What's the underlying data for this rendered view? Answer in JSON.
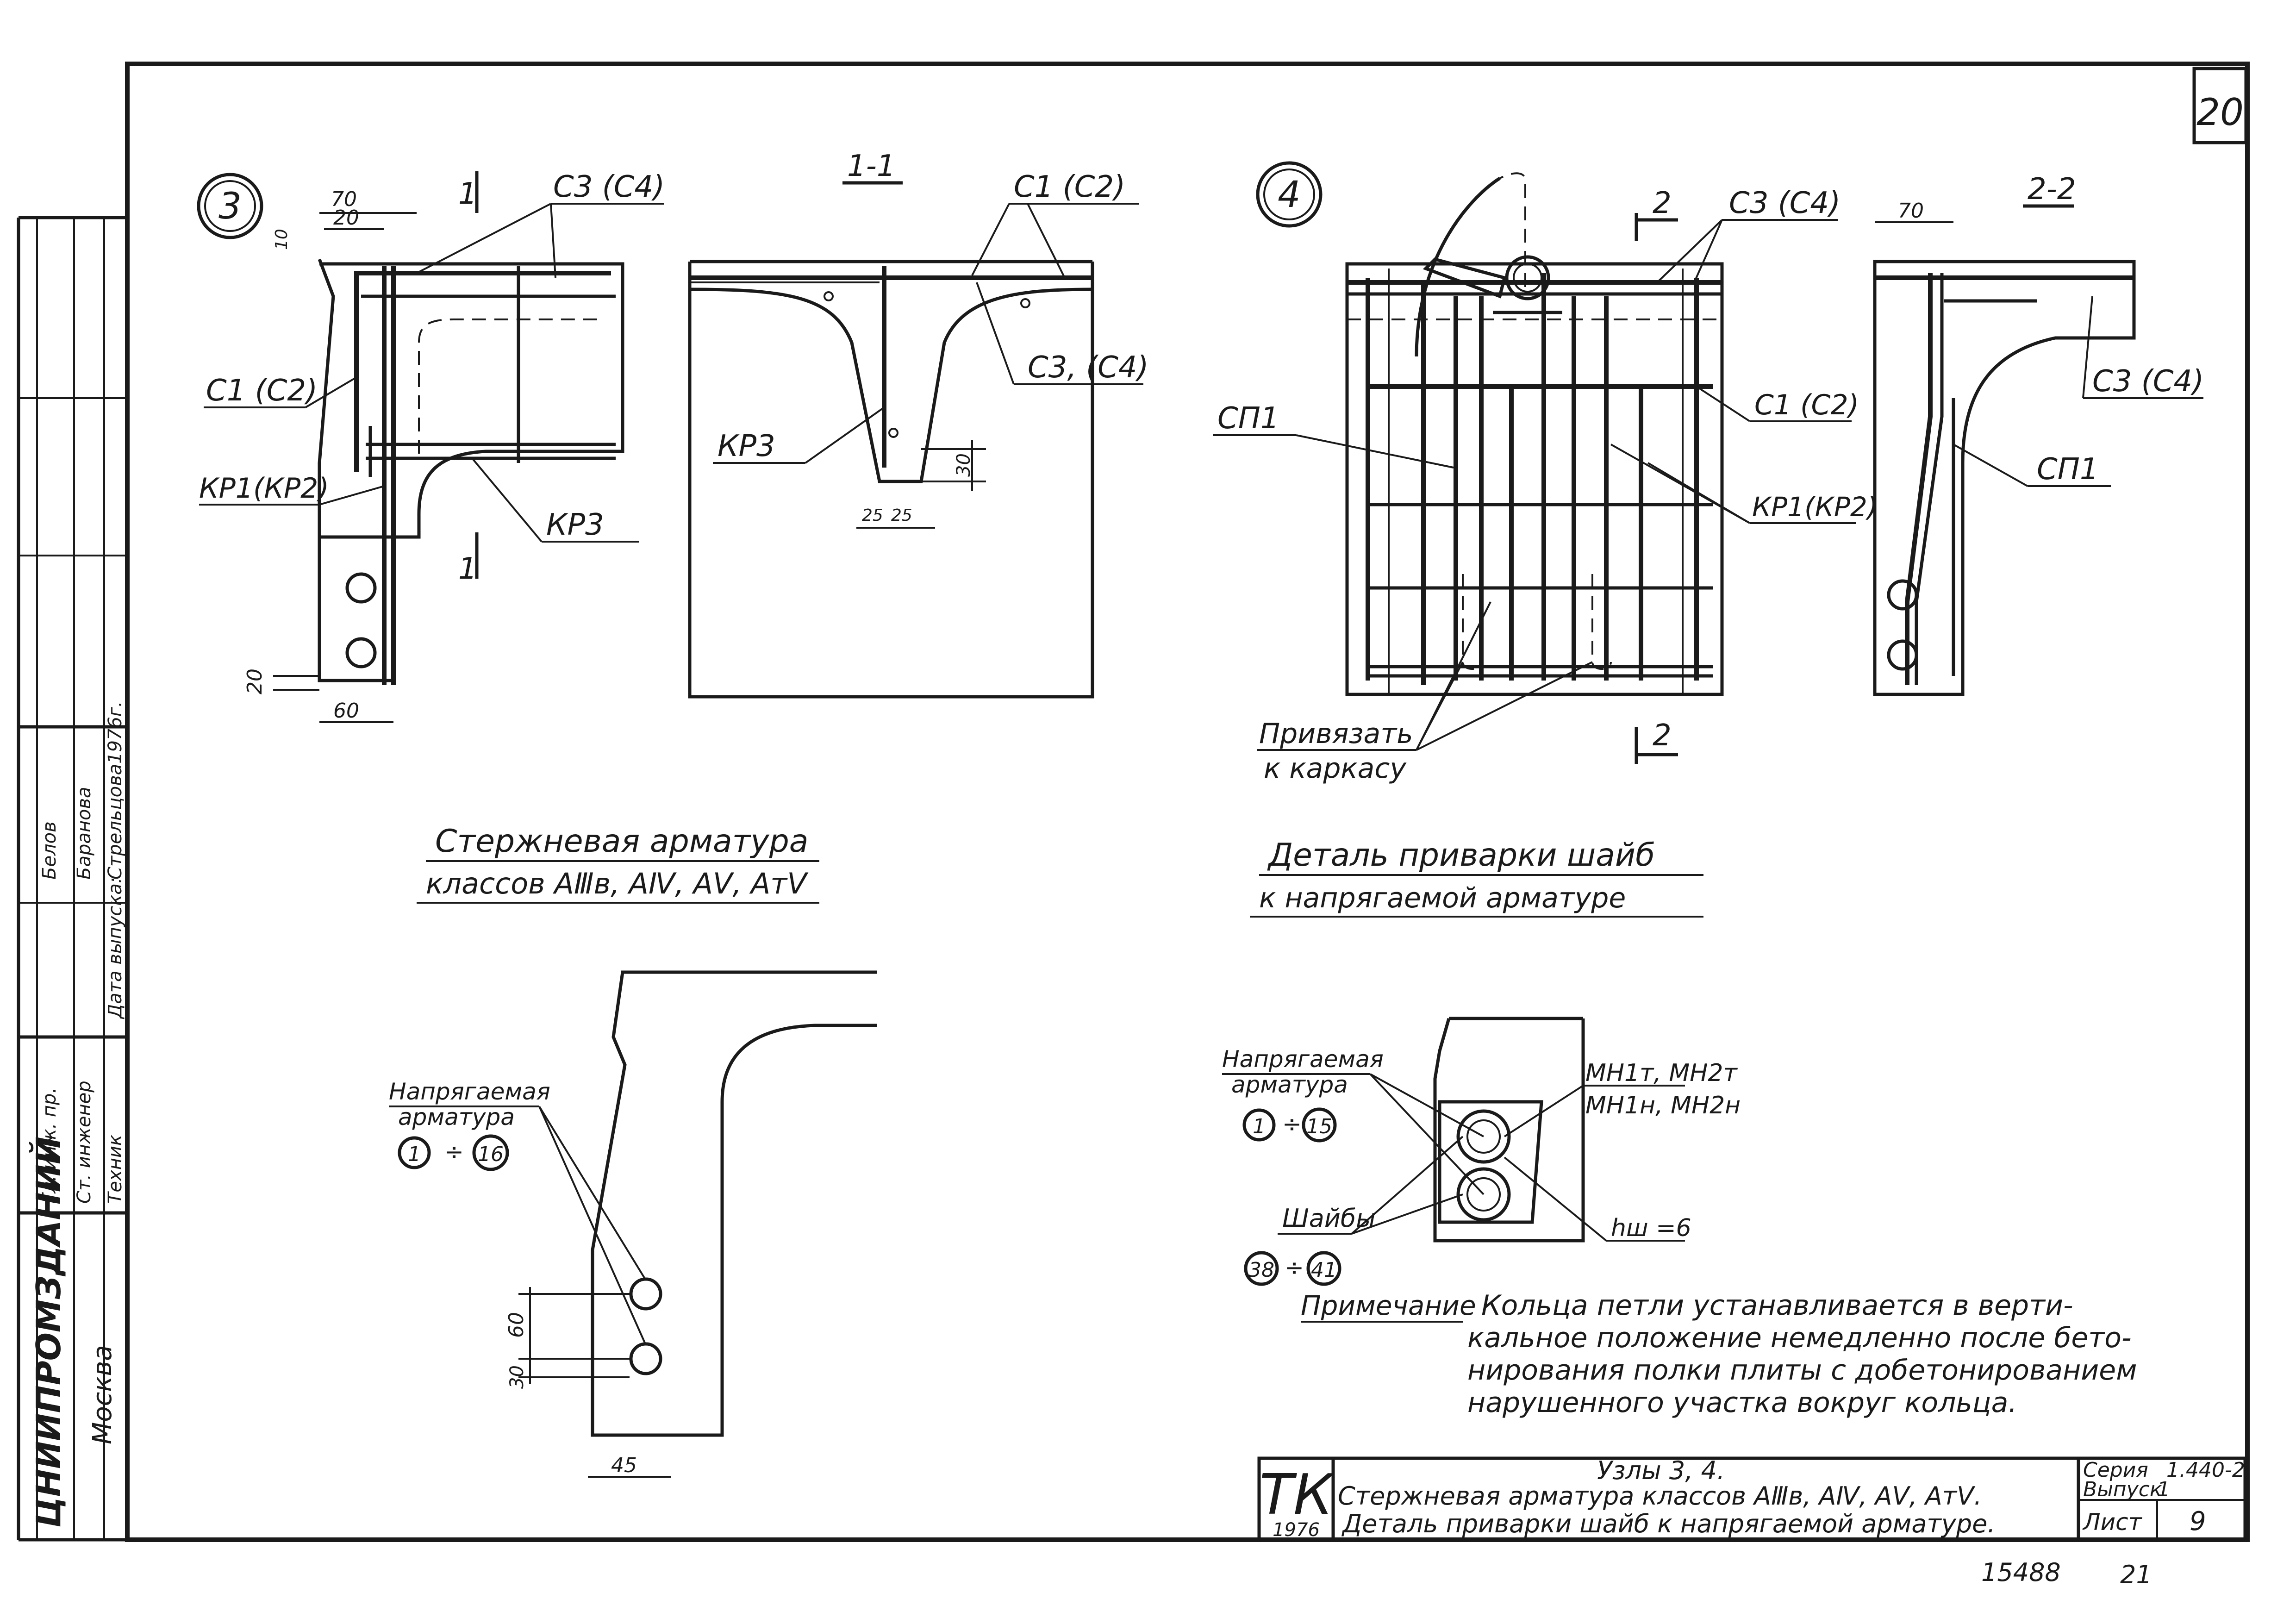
{
  "sheet": {
    "sheet_number": "20",
    "bottom_code": "15488",
    "bottom_page": "21"
  },
  "stamp_side": {
    "org": "ЦНИИПРОМЗДАНИЙ",
    "city": "Москва",
    "roles": [
      "Гл. инж. пр.",
      "Ст. инженер",
      "Техник",
      "Дата выпуска:"
    ],
    "names": [
      "Белов",
      "Баранова",
      "Стрельцова",
      "1976г."
    ]
  },
  "node3": {
    "marker": "3",
    "dim_70": "70",
    "dim_20": "20",
    "dim_10": "10",
    "dim_20b": "20",
    "dim_60": "60",
    "section_mark": "1",
    "label_c3c4": "С3 (С4)",
    "label_c1c2": "С1 (С2)",
    "label_kr1kr2": "КР1(КР2)",
    "label_kr3": "КР3"
  },
  "section11": {
    "title": "1-1",
    "label_c1c2": "С1 (С2)",
    "label_c3c4": "С3, (С4)",
    "label_kr3": "КР3",
    "dim_30": "30",
    "dim_25a": "25",
    "dim_25b": "25"
  },
  "node4": {
    "marker": "4",
    "section_mark": "2",
    "label_c3c4": "С3 (С4)",
    "label_sp1": "СП1",
    "label_c1c2": "С1 (С2)",
    "label_kr1kr2": "КР1(КР2)",
    "tie_label_1": "Привязать",
    "tie_label_2": "к каркасу"
  },
  "section22": {
    "title": "2-2",
    "dim_70": "70",
    "label_c3c4": "С3 (С4)",
    "label_sp1": "СП1"
  },
  "captions": {
    "rod_title": "Стержневая арматура",
    "rod_subtitle": "классов АⅢв, АⅣ, АⅤ, АтⅤ",
    "washer_title": "Деталь приварки шайб",
    "washer_subtitle": "к напрягаемой арматуре"
  },
  "prestress_left": {
    "label_1": "Напрягаемая",
    "label_2": "арматура",
    "range_from": "1",
    "range_to": "16",
    "dim_60": "60",
    "dim_30": "30",
    "dim_45": "45"
  },
  "washer_detail": {
    "label_1": "Напрягаемая",
    "label_2": "арматура",
    "range_from": "1",
    "range_to": "15",
    "label_mn1": "МН1т, МН2т",
    "label_mn2": "МН1н, МН2н",
    "washers_label": "Шайбы",
    "washers_from": "38",
    "washers_to": "41",
    "hw_label": "hш =6"
  },
  "note": {
    "heading": "Примечание",
    "line1": "Кольца петли устанавливается в верти-",
    "line2": "кальное положение немедленно после бето-",
    "line3": "нирования полки плиты с добетонированием",
    "line4": "нарушенного участка вокруг кольца."
  },
  "title_block": {
    "tk": "ТК",
    "year": "1976",
    "line1": "Узлы 3, 4.",
    "line2": "Стержневая арматура классов АⅢв, АⅣ, АⅤ, АтⅤ.",
    "line3": "Деталь приварки шайб к напрягаемой арматуре.",
    "series_label": "Серия",
    "series_value": "1.440-2",
    "issue_label": "Выпуск",
    "issue_value": "1",
    "sheet_label": "Лист",
    "sheet_value": "9"
  }
}
